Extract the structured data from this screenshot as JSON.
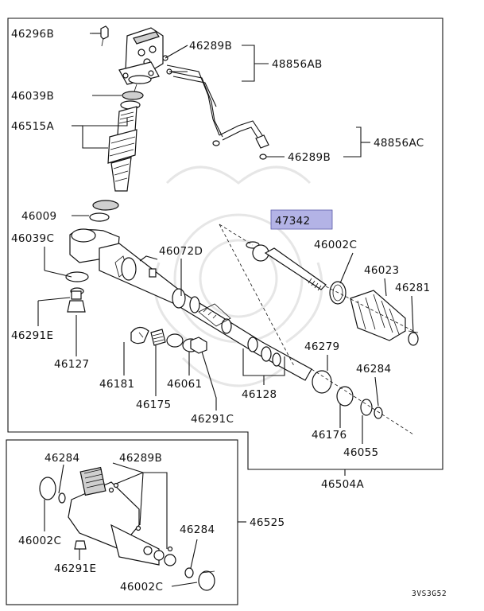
{
  "labels": {
    "l46296B": "46296B",
    "l46289B_top": "46289B",
    "l48856AB": "48856AB",
    "l46039B": "46039B",
    "l46515A": "46515A",
    "l48856AC": "48856AC",
    "l46289B_mid": "46289B",
    "l46009": "46009",
    "l47342": "47342",
    "l46039C": "46039C",
    "l46072D": "46072D",
    "l46002C_top": "46002C",
    "l46023": "46023",
    "l46281": "46281",
    "l46291E_top": "46291E",
    "l46279": "46279",
    "l46284_right": "46284",
    "l46127": "46127",
    "l46181": "46181",
    "l46061": "46061",
    "l46128": "46128",
    "l46175": "46175",
    "l46291C": "46291C",
    "l46176": "46176",
    "l46055": "46055",
    "l46504A": "46504A",
    "l46284_inset_top": "46284",
    "l46289B_inset": "46289B",
    "l46525": "46525",
    "l46002C_inset_left": "46002C",
    "l46284_inset_right": "46284",
    "l46291E_inset": "46291E",
    "l46002C_inset_bottom": "46002C",
    "diagram_code": "3VS3G52"
  },
  "highlight": {
    "part": "47342",
    "color": "#b3b3e6"
  }
}
